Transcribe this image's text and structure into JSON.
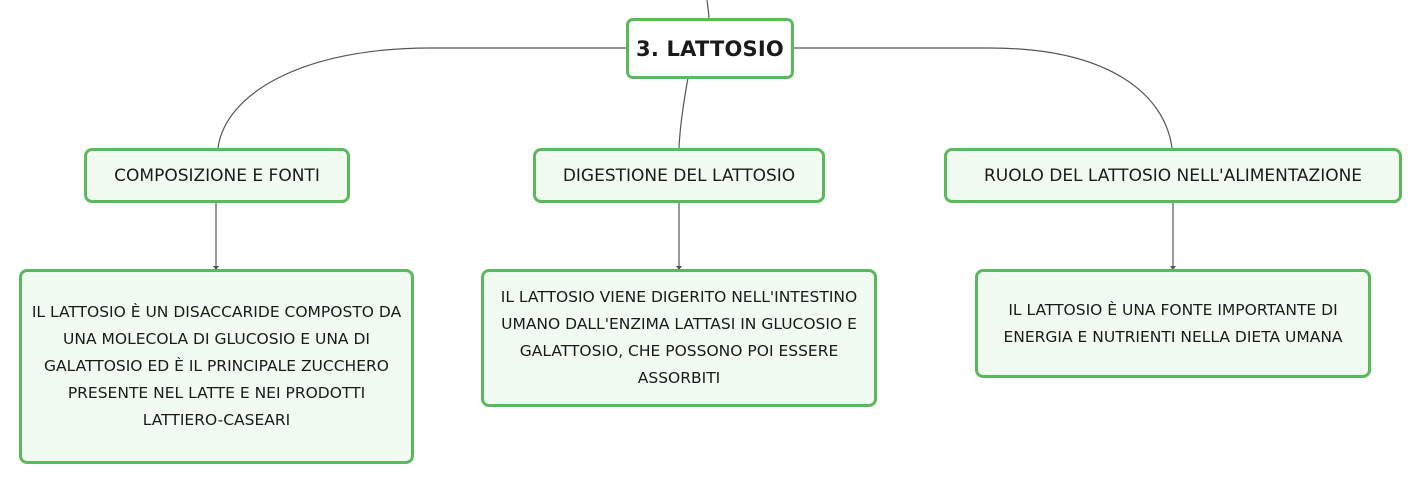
{
  "colors": {
    "node_border": "#5cb85c",
    "node_fill": "#f2fbf2",
    "root_fill": "#ffffff",
    "connector": "#555555"
  },
  "root": {
    "label": "3. LATTOSIO"
  },
  "branches": [
    {
      "label": "COMPOSIZIONE E FONTI",
      "detail": "IL LATTOSIO È UN DISACCARIDE COMPOSTO DA UNA MOLECOLA DI GLUCOSIO E UNA DI GALATTOSIO ED È IL PRINCIPALE ZUCCHERO PRESENTE NEL LATTE E NEI PRODOTTI LATTIERO-CASEARI"
    },
    {
      "label": "DIGESTIONE DEL LATTOSIO",
      "detail": "IL LATTOSIO VIENE DIGERITO NELL'INTESTINO UMANO DALL'ENZIMA LATTASI IN GLUCOSIO E GALATTOSIO, CHE POSSONO POI ESSERE ASSORBITI"
    },
    {
      "label": "RUOLO DEL LATTOSIO NELL'ALIMENTAZIONE",
      "detail": "IL LATTOSIO È UNA FONTE IMPORTANTE DI ENERGIA E NUTRIENTI NELLA DIETA UMANA"
    }
  ]
}
